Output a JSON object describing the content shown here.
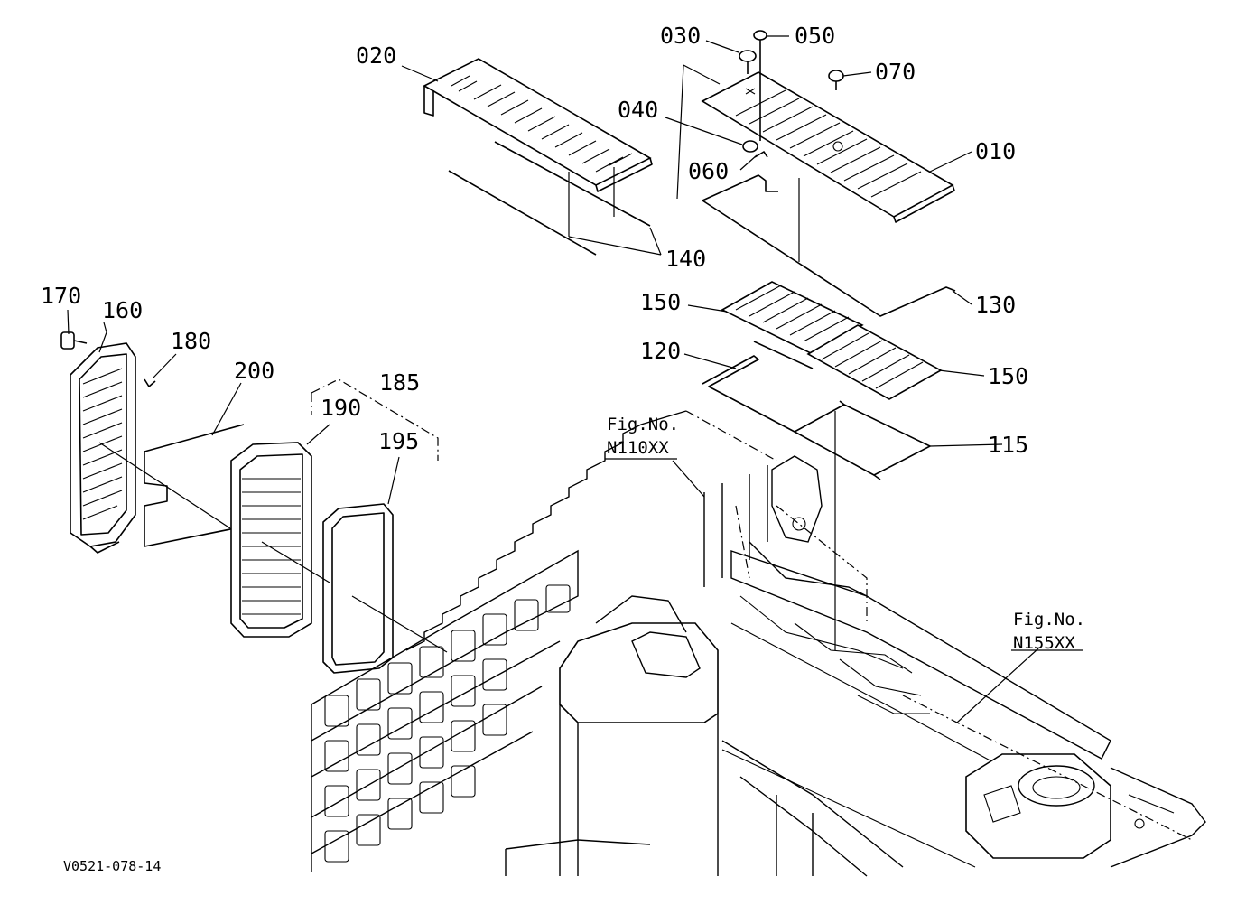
{
  "diagram_code": "V0521-078-14",
  "parts": [
    {
      "id": "p010",
      "label": "010"
    },
    {
      "id": "p020",
      "label": "020"
    },
    {
      "id": "p030",
      "label": "030"
    },
    {
      "id": "p040",
      "label": "040"
    },
    {
      "id": "p050",
      "label": "050"
    },
    {
      "id": "p060",
      "label": "060"
    },
    {
      "id": "p070",
      "label": "070"
    },
    {
      "id": "p115",
      "label": "115"
    },
    {
      "id": "p120",
      "label": "120"
    },
    {
      "id": "p130",
      "label": "130"
    },
    {
      "id": "p140",
      "label": "140"
    },
    {
      "id": "p150a",
      "label": "150"
    },
    {
      "id": "p150b",
      "label": "150"
    },
    {
      "id": "p160",
      "label": "160"
    },
    {
      "id": "p170",
      "label": "170"
    },
    {
      "id": "p180",
      "label": "180"
    },
    {
      "id": "p185",
      "label": "185"
    },
    {
      "id": "p190",
      "label": "190"
    },
    {
      "id": "p195",
      "label": "195"
    },
    {
      "id": "p200",
      "label": "200"
    }
  ],
  "references": [
    {
      "prefix": "Fig.No.",
      "code": "N110XX"
    },
    {
      "prefix": "Fig.No.",
      "code": "N155XX"
    }
  ]
}
